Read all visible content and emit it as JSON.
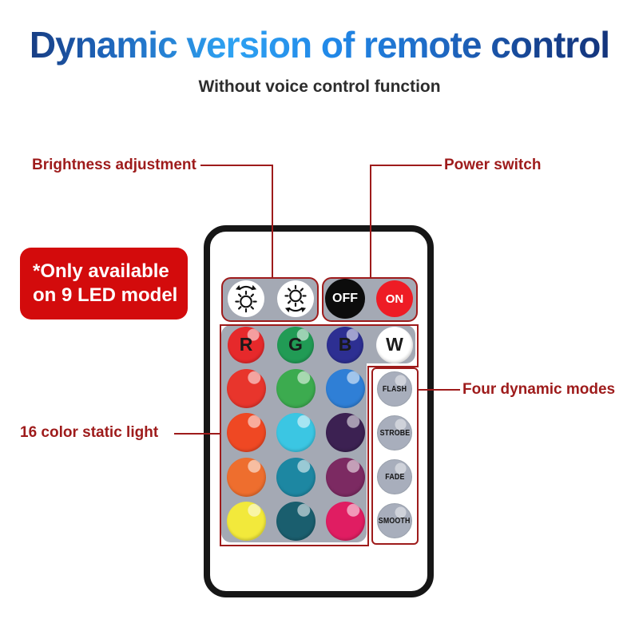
{
  "header": {
    "title": "Dynamic version of remote control",
    "subtitle": "Without voice control function"
  },
  "callouts": {
    "brightness_label": "Brightness adjustment",
    "power_label": "Power switch",
    "static_label": "16 color static light",
    "dynamic_label": "Four dynamic modes",
    "note_line1": "*Only available",
    "note_line2": "on 9 LED model"
  },
  "colors": {
    "callout_red": "#9E1B1B",
    "note_bg": "#D30B0C",
    "title_blue_dark": "#152E6E",
    "title_blue_light": "#2EA2F2",
    "remote_border": "#161616",
    "panel_gray": "#A4A9B4",
    "mode_button_gray": "#A8AEBC"
  },
  "remote": {
    "brightness_buttons": [
      {
        "icon": "brightness-up-sun-icon"
      },
      {
        "icon": "brightness-down-sun-icon"
      }
    ],
    "power_buttons": [
      {
        "label": "OFF",
        "bg": "#0C0C0C"
      },
      {
        "label": "ON",
        "bg": "#EE1C25"
      }
    ],
    "grid_rows": [
      [
        {
          "type": "color",
          "label": "R",
          "color": "#E6292B"
        },
        {
          "type": "color",
          "label": "G",
          "color": "#219B55"
        },
        {
          "type": "color",
          "label": "B",
          "color": "#2D2F92"
        },
        {
          "type": "color",
          "label": "W",
          "color": "#FFFFFF"
        }
      ],
      [
        {
          "type": "color",
          "color": "#E8352C"
        },
        {
          "type": "color",
          "color": "#3CAB4F"
        },
        {
          "type": "color",
          "color": "#2F7FD6"
        },
        {
          "type": "mode",
          "label": "FLASH"
        }
      ],
      [
        {
          "type": "color",
          "color": "#EF4823"
        },
        {
          "type": "color",
          "color": "#3BC6E3"
        },
        {
          "type": "color",
          "color": "#3C2152"
        },
        {
          "type": "mode",
          "label": "STROBE"
        }
      ],
      [
        {
          "type": "color",
          "color": "#EE6E2E"
        },
        {
          "type": "color",
          "color": "#1D87A2"
        },
        {
          "type": "color",
          "color": "#7C2A62"
        },
        {
          "type": "mode",
          "label": "FADE"
        }
      ],
      [
        {
          "type": "color",
          "color": "#F2E93B"
        },
        {
          "type": "color",
          "color": "#1A5E6E"
        },
        {
          "type": "color",
          "color": "#E01D62"
        },
        {
          "type": "mode",
          "label": "SMOOTH"
        }
      ]
    ]
  }
}
